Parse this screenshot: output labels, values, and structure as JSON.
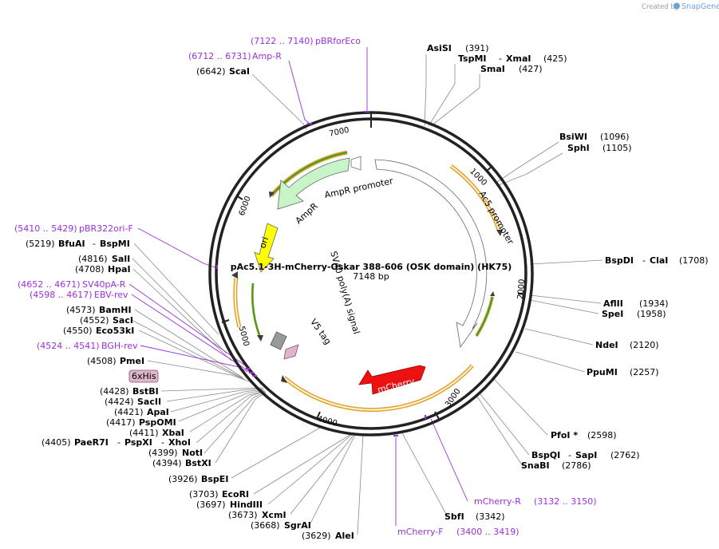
{
  "credit": {
    "prefix": "Created by",
    "brand": "SnapGene"
  },
  "map": {
    "name": "pAc5.1-3H-mCherry-Oskar 388-606 (OSK domain) (HK75)",
    "length": "7148 bp"
  },
  "ticks": [
    "1000",
    "2000",
    "3000",
    "4000",
    "5000",
    "6000",
    "7000"
  ],
  "features": {
    "ampr_promoter": "AmpR promoter",
    "ampr": "AmpR",
    "ori": "ori",
    "ac5_promoter": "Ac5 promoter",
    "sv40": "SV40 poly(A) signal",
    "v5": "V5 tag",
    "mcherry": "mCherry",
    "his": "6xHis"
  },
  "colors": {
    "backbone": "#222222",
    "ampr": "#c8f5c8",
    "ori": "#ffff00",
    "mcherry": "#ee1111",
    "primer": "#9b30d9",
    "orf_outline": "#e0a030",
    "orf_inner": "#4aa02c",
    "label_line": "#8a8a8a"
  },
  "primers": [
    {
      "pos": "(7122 .. 7140)",
      "name": "pBRforEco"
    },
    {
      "pos": "(6712 .. 6731)",
      "name": "Amp-R"
    },
    {
      "pos": "(5410 .. 5429)",
      "name": "pBR322ori-F"
    },
    {
      "pos": "(4652 .. 4671)",
      "name": "SV40pA-R"
    },
    {
      "pos": "(4598 .. 4617)",
      "name": "EBV-rev"
    },
    {
      "pos": "(4524 .. 4541)",
      "name": "BGH-rev"
    },
    {
      "pos": "(3132 .. 3150)",
      "name": "mCherry-R"
    },
    {
      "pos": "(3400 .. 3419)",
      "name": "mCherry-F"
    }
  ],
  "sites": {
    "asisi": {
      "name": "AsiSI",
      "pos": "(391)"
    },
    "tspmi": {
      "name": "TspMI",
      "sep": "- ",
      "name2": "XmaI",
      "pos": "(425)"
    },
    "smai": {
      "name": "SmaI",
      "pos": "(427)"
    },
    "bsiwi": {
      "name": "BsiWI",
      "pos": "(1096)"
    },
    "sphi": {
      "name": "SphI",
      "pos": "(1105)"
    },
    "bspdi": {
      "name": "BspDI",
      "sep": "- ",
      "name2": "ClaI",
      "pos": "(1708)"
    },
    "aflii": {
      "name": "AflII",
      "pos": "(1934)"
    },
    "spei": {
      "name": "SpeI",
      "pos": "(1958)"
    },
    "ndei": {
      "name": "NdeI",
      "pos": "(2120)"
    },
    "ppumi": {
      "name": "PpuMI",
      "pos": "(2257)"
    },
    "pfoi": {
      "name": "PfoI *",
      "pos": "(2598)"
    },
    "bspqi": {
      "name": "BspQI",
      "sep": "- ",
      "name2": "SapI",
      "pos": "(2762)"
    },
    "snabi": {
      "name": "SnaBI",
      "pos": "(2786)"
    },
    "sbfi": {
      "name": "SbfI",
      "pos": "(3342)"
    },
    "alei": {
      "name": "AleI",
      "pos": "(3629)"
    },
    "sgrai": {
      "name": "SgrAI",
      "pos": "(3668)"
    },
    "xcmi": {
      "name": "XcmI",
      "pos": "(3673)"
    },
    "hindiii": {
      "name": "HindIII",
      "pos": "(3697)"
    },
    "ecori": {
      "name": "EcoRI",
      "pos": "(3703)"
    },
    "bspei": {
      "name": "BspEI",
      "pos": "(3926)"
    },
    "bstxi": {
      "name": "BstXI",
      "pos": "(4394)"
    },
    "noti": {
      "name": "NotI",
      "pos": "(4399)"
    },
    "paer7i": {
      "name": "PaeR7I",
      "sep": "- ",
      "name2": "PspXI",
      "sep2": "- ",
      "name3": "XhoI",
      "pos": "(4405)"
    },
    "xbai": {
      "name": "XbaI",
      "pos": "(4411)"
    },
    "pspomi": {
      "name": "PspOMI",
      "pos": "(4417)"
    },
    "apai": {
      "name": "ApaI",
      "pos": "(4421)"
    },
    "sacii": {
      "name": "SacII",
      "pos": "(4424)"
    },
    "bstbi": {
      "name": "BstBI",
      "pos": "(4428)"
    },
    "pmei": {
      "name": "PmeI",
      "pos": "(4508)"
    },
    "eco53ki": {
      "name": "Eco53kI",
      "pos": "(4550)"
    },
    "saci": {
      "name": "SacI",
      "pos": "(4552)"
    },
    "bamhi": {
      "name": "BamHI",
      "pos": "(4573)"
    },
    "hpai": {
      "name": "HpaI",
      "pos": "(4708)"
    },
    "sali": {
      "name": "SalI",
      "pos": "(4816)"
    },
    "bfuai": {
      "name": "BfuAI",
      "sep": "- ",
      "name2": "BspMI",
      "pos": "(5219)"
    },
    "scai": {
      "name": "ScaI",
      "pos": "(6642)"
    }
  }
}
